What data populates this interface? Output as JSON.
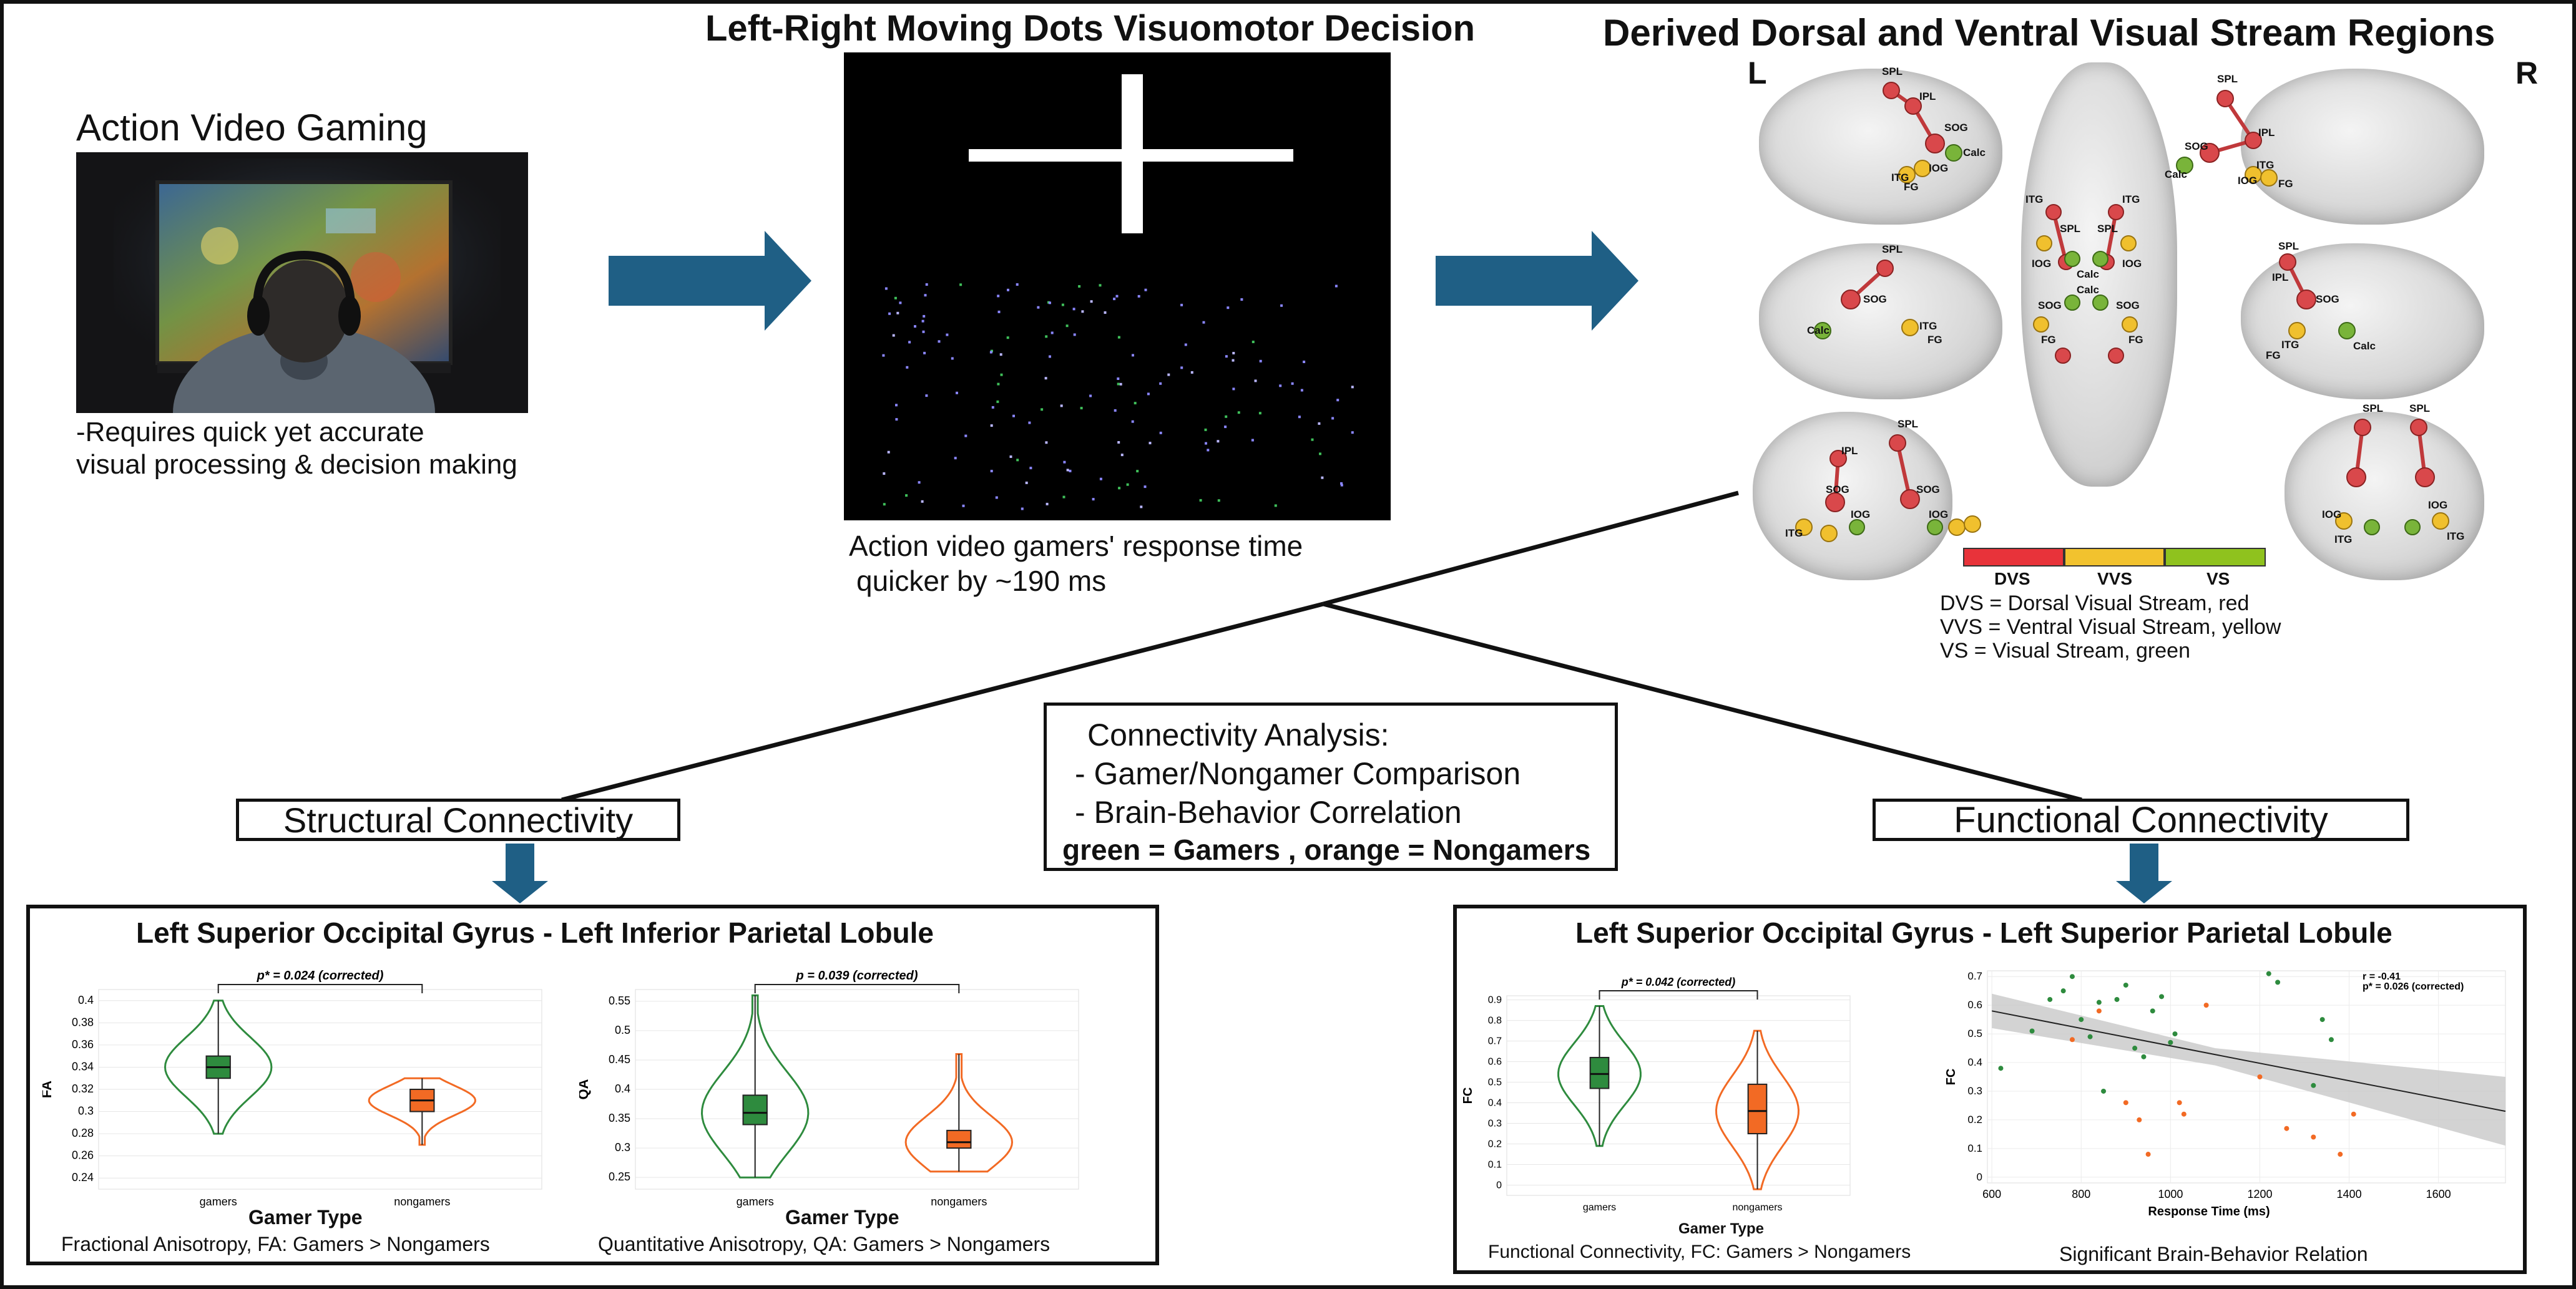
{
  "sections": {
    "gaming": {
      "title": "Action Video Gaming",
      "caption_line1": "-Requires quick yet accurate",
      "caption_line2": "visual processing & decision making"
    },
    "task": {
      "title": "Left-Right Moving Dots Visuomotor Decision",
      "caption_line1": "Action video gamers' response time",
      "caption_line2": "quicker by ~190 ms"
    },
    "regions": {
      "title": "Derived Dorsal and Ventral Visual Stream Regions",
      "left_label": "L",
      "right_label": "R",
      "region_labels": {
        "spl": "SPL",
        "ipl": "IPL",
        "sog": "SOG",
        "calc": "Calc",
        "iog": "IOG",
        "itg": "ITG",
        "fg": "FG"
      },
      "legend": [
        {
          "label": "DVS",
          "color": "#e8333a"
        },
        {
          "label": "VVS",
          "color": "#f2c22e"
        },
        {
          "label": "VS",
          "color": "#8fc21e"
        }
      ],
      "definitions": [
        "DVS = Dorsal Visual Stream, red",
        "VVS = Ventral Visual Stream, yellow",
        "VS = Visual Stream, green"
      ]
    }
  },
  "analysis": {
    "title": "Connectivity Analysis:",
    "item1": "- Gamer/Nongamer Comparison",
    "item2": "- Brain-Behavior Correlation",
    "color_key": "green = Gamers ,  orange = Nongamers"
  },
  "structural": {
    "label": "Structural Connectivity",
    "panel_title": "Left Superior Occipital Gyrus - Left Inferior Parietal Lobule",
    "xlabel": "Gamer Type",
    "fa": {
      "ylabel": "FA",
      "pvalue": "p* = 0.024 (corrected)",
      "caption": "Fractional Anisotropy, FA: Gamers > Nongamers"
    },
    "qa": {
      "ylabel": "QA",
      "pvalue": "p = 0.039 (corrected)",
      "caption": "Quantitative Anisotropy, QA: Gamers > Nongamers"
    }
  },
  "functional": {
    "label": "Functional Connectivity",
    "panel_title": "Left Superior Occipital Gyrus - Left Superior Parietal Lobule",
    "fc": {
      "ylabel": "FC",
      "xlabel": "Gamer Type",
      "pvalue": "p* = 0.042 (corrected)",
      "caption": "Functional Connectivity, FC: Gamers > Nongamers"
    },
    "scatter": {
      "ylabel": "FC",
      "xlabel": "Response Time (ms)",
      "stat_r": "r = -0.41",
      "stat_p": "p* = 0.026 (corrected)",
      "caption": "Significant Brain-Behavior Relation"
    }
  },
  "colors": {
    "gamers": "#2e8b3e",
    "nongamers": "#f26a24",
    "arrow": "#1f5f85"
  },
  "chart_data": [
    {
      "type": "violin",
      "ylabel": "FA",
      "xlabel": "Gamer Type",
      "categories": [
        "gamers",
        "nongamers"
      ],
      "ylim": [
        0.23,
        0.41
      ],
      "yticks": [
        0.24,
        0.26,
        0.28,
        0.3,
        0.32,
        0.34,
        0.36,
        0.38,
        0.4
      ],
      "series": [
        {
          "name": "gamers",
          "min": 0.28,
          "q1": 0.33,
          "median": 0.34,
          "q3": 0.35,
          "max": 0.4
        },
        {
          "name": "nongamers",
          "min": 0.27,
          "q1": 0.3,
          "median": 0.31,
          "q3": 0.32,
          "max": 0.33
        }
      ]
    },
    {
      "type": "violin",
      "ylabel": "QA",
      "xlabel": "Gamer Type",
      "categories": [
        "gamers",
        "nongamers"
      ],
      "ylim": [
        0.23,
        0.57
      ],
      "yticks": [
        0.25,
        0.3,
        0.35,
        0.4,
        0.45,
        0.5,
        0.55
      ],
      "series": [
        {
          "name": "gamers",
          "min": 0.25,
          "q1": 0.34,
          "median": 0.36,
          "q3": 0.39,
          "max": 0.56
        },
        {
          "name": "nongamers",
          "min": 0.26,
          "q1": 0.3,
          "median": 0.31,
          "q3": 0.33,
          "max": 0.46
        }
      ]
    },
    {
      "type": "violin",
      "ylabel": "FC",
      "xlabel": "Gamer Type",
      "categories": [
        "gamers",
        "nongamers"
      ],
      "ylim": [
        -0.05,
        0.92
      ],
      "yticks": [
        0,
        0.1,
        0.2,
        0.3,
        0.4,
        0.5,
        0.6,
        0.7,
        0.8,
        0.9
      ],
      "series": [
        {
          "name": "gamers",
          "min": 0.19,
          "q1": 0.47,
          "median": 0.54,
          "q3": 0.62,
          "max": 0.87
        },
        {
          "name": "nongamers",
          "min": -0.02,
          "q1": 0.25,
          "median": 0.36,
          "q3": 0.49,
          "max": 0.75
        }
      ]
    },
    {
      "type": "scatter",
      "xlabel": "Response Time (ms)",
      "ylabel": "FC",
      "xlim": [
        590,
        1750
      ],
      "ylim": [
        -0.02,
        0.72
      ],
      "xticks": [
        600,
        800,
        1000,
        1200,
        1400,
        1600
      ],
      "yticks": [
        0,
        0.1,
        0.2,
        0.3,
        0.4,
        0.5,
        0.6,
        0.7
      ],
      "fit": {
        "x": [
          600,
          1750
        ],
        "y": [
          0.58,
          0.23
        ]
      },
      "series": [
        {
          "name": "gamers",
          "points": [
            [
              620,
              0.38
            ],
            [
              690,
              0.51
            ],
            [
              730,
              0.62
            ],
            [
              760,
              0.65
            ],
            [
              780,
              0.7
            ],
            [
              800,
              0.55
            ],
            [
              820,
              0.49
            ],
            [
              840,
              0.61
            ],
            [
              850,
              0.3
            ],
            [
              880,
              0.62
            ],
            [
              900,
              0.67
            ],
            [
              920,
              0.45
            ],
            [
              940,
              0.42
            ],
            [
              960,
              0.58
            ],
            [
              980,
              0.63
            ],
            [
              1000,
              0.47
            ],
            [
              1010,
              0.5
            ],
            [
              1220,
              0.71
            ],
            [
              1240,
              0.68
            ],
            [
              1320,
              0.32
            ],
            [
              1360,
              0.48
            ],
            [
              1340,
              0.55
            ]
          ]
        },
        {
          "name": "nongamers",
          "points": [
            [
              780,
              0.48
            ],
            [
              840,
              0.58
            ],
            [
              900,
              0.26
            ],
            [
              930,
              0.2
            ],
            [
              950,
              0.08
            ],
            [
              1020,
              0.26
            ],
            [
              1030,
              0.22
            ],
            [
              1080,
              0.6
            ],
            [
              1200,
              0.35
            ],
            [
              1260,
              0.17
            ],
            [
              1320,
              0.14
            ],
            [
              1380,
              0.08
            ],
            [
              1410,
              0.22
            ]
          ]
        }
      ]
    }
  ]
}
